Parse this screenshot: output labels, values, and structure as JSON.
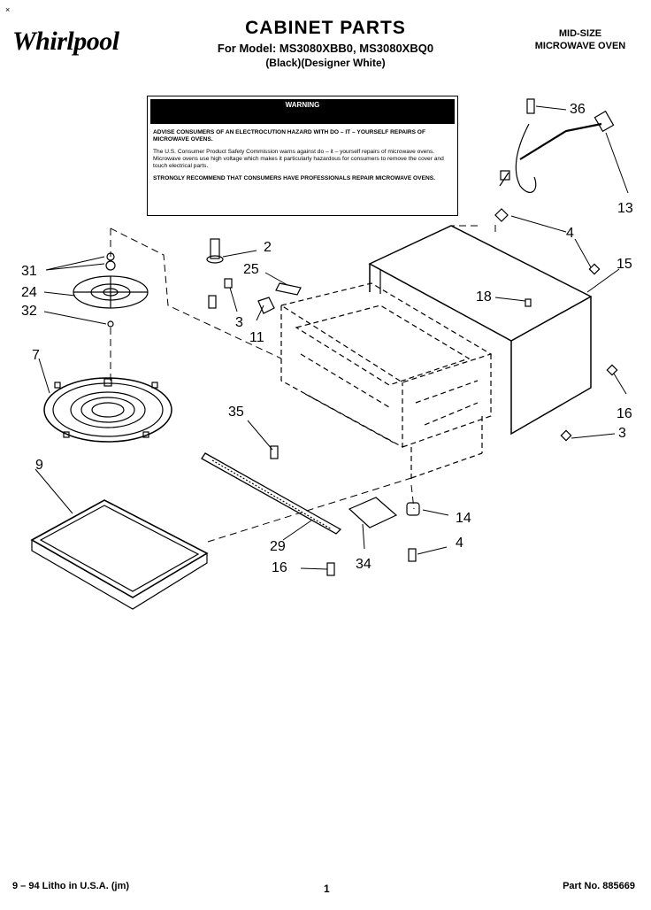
{
  "header": {
    "brand": "Whirlpool",
    "title": "CABINET PARTS",
    "models": "For Model: MS3080XBB0, MS3080XBQ0",
    "variant": "(Black)(Designer White)",
    "product_size": "MID-SIZE",
    "product_type": "MICROWAVE OVEN"
  },
  "warning": {
    "heading": "WARNING",
    "paragraphs": [
      "ADVISE CONSUMERS OF AN ELECTROCUTION HAZARD WITH DO – IT – YOURSELF REPAIRS OF MICROWAVE OVENS.",
      "The U.S. Consumer Product Safety Commission warns against do – it – yourself repairs of microwave ovens. Microwave ovens use high voltage which makes it particularly hazardous for consumers to remove the cover and touch electrical parts.",
      "STRONGLY RECOMMEND THAT CONSUMERS HAVE PROFESSIONALS REPAIR MICROWAVE OVENS."
    ]
  },
  "callouts": {
    "c36": "36",
    "c13": "13",
    "c4a": "4",
    "c15": "15",
    "c2": "2",
    "c25": "25",
    "c31": "31",
    "c24": "24",
    "c32": "32",
    "c3a": "3",
    "c11": "11",
    "c18": "18",
    "c7": "7",
    "c35": "35",
    "c16a": "16",
    "c3b": "3",
    "c9": "9",
    "c14": "14",
    "c4b": "4",
    "c29": "29",
    "c34": "34",
    "c16b": "16"
  },
  "footer": {
    "print_info": "9 – 94 Litho in U.S.A. (jm)",
    "page": "1",
    "part_no": "Part No. 885669"
  }
}
